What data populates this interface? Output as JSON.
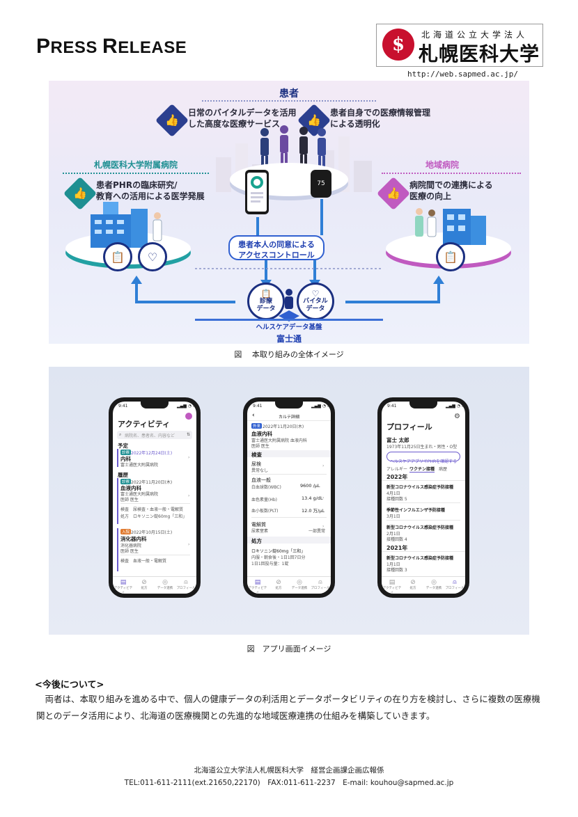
{
  "header": {
    "press_first_p": "P",
    "press_rest1": "RESS ",
    "press_first_r": "R",
    "press_rest2": "ELEASE",
    "logo_small": "北海道公立大学法人",
    "logo_big": "札幌医科大学",
    "url": "http://web.sapmed.ac.jp/"
  },
  "figure1": {
    "patient_heading": "患者",
    "benefit_left_1": "日常のバイタルデータを活用",
    "benefit_left_2": "した高度な医療サービス",
    "benefit_right_1": "患者自身での医療情報管理",
    "benefit_right_2": "による透明化",
    "hospital_heading": "札幌医科大学附属病院",
    "hospital_text_1": "患者PHRの臨床研究/",
    "hospital_text_2": "教育への活用による医学発展",
    "regional_heading": "地域病院",
    "regional_text_1": "病院間での連携による",
    "regional_text_2": "医療の向上",
    "access_1": "患者本人の同意による",
    "access_2": "アクセスコントロール",
    "data_medical_1": "診療",
    "data_medical_2": "データ",
    "data_vital_1": "バイタル",
    "data_vital_2": "データ",
    "watch_value": "75",
    "platform": "ヘルスケアデータ基盤",
    "company": "富士通",
    "caption": "図　 本取り組みの全体イメージ"
  },
  "figure2": {
    "caption": "図　アプリ画面イメージ",
    "phone1": {
      "time": "9:41",
      "title": "アクティビティ",
      "search_placeholder": "病院名、患者名、内容など",
      "section_scheduled": "予定",
      "sched_badge": "診察",
      "sched_date": "2022年12月24日(土)",
      "sched_dept": "内科",
      "sched_hospital": "富士通医大附属病院",
      "section_history": "履歴",
      "hist1_badge": "診察",
      "hist1_date": "2022年11月20日(木)",
      "hist1_dept": "血液内科",
      "hist1_hospital": "富士通医大附属病院",
      "hist1_doctor": "医師 医生",
      "hist1_row1": "検査　尿検査・血液一般・電解質",
      "hist1_row2": "処方　ロキソニン錠60mg「三和」",
      "hist2_badge": "入院",
      "hist2_date": "2022年10月15日(土)",
      "hist2_dept": "消化器内科",
      "hist2_hospital": "消化器病院",
      "hist2_doctor": "医師 医生",
      "hist2_row1": "検査　血液一般・電解質"
    },
    "phone2": {
      "time": "9:41",
      "title": "カルテ詳細",
      "badge": "外来",
      "date": "2022年11月20日(木)",
      "dept": "血液内科",
      "hospital": "富士通医大附属病院 血液内科",
      "doctor": "医師 医生",
      "section_exam": "検査",
      "exam1_name": "尿検",
      "exam1_value": "異常なし",
      "exam2_name": "血液一般",
      "row_wbc": "白血球数(WBC)",
      "val_wbc": "9600 /μL",
      "row_hb": "血色素量(Hb)",
      "val_hb": "13.4 g/dL",
      "row_plt": "血小板数(PLT)",
      "val_plt": "12.0 万/μL",
      "exam3_name": "電解質",
      "exam3_value": "一部異常",
      "section_rx": "処方",
      "rx_name": "ロキソニン錠60mg「三和」",
      "rx_dose1": "内服・朝食後・1日1回7日分",
      "rx_dose2": "1日1回投与量：1錠"
    },
    "phone3": {
      "time": "9:41",
      "title": "プロフィール",
      "name": "富士 太郎",
      "info": "1973年11月25日生まれ・男性・O型",
      "button": "ヘルスケアアプリでPHRを確認する",
      "tab1": "アレルギー",
      "tab2": "ワクチン接種",
      "tab3": "病歴",
      "year1": "2022年",
      "v1_name": "新型コロナウイルス感染症予防接種",
      "v1_date": "4月1日",
      "v1_dose": "接種回数 5",
      "v2_name": "季節性インフルエンザ予防接種",
      "v2_date": "3月1日",
      "v3_name": "新型コロナウイルス感染症予防接種",
      "v3_date": "2月1日",
      "v3_dose": "接種回数 4",
      "year2": "2021年",
      "v4_name": "新型コロナウイルス感染症予防接種",
      "v4_date": "1月1日",
      "v4_dose": "接種回数 3"
    },
    "tabs": [
      "アクティビティ",
      "処方",
      "データ連携",
      "プロフィール"
    ]
  },
  "future": {
    "title": "<今後について>",
    "body": "　両者は、本取り組みを進める中で、個人の健康データの利活用とデータポータビリティの在り方を検討し、さらに複数の医療機関とのデータ活用により、北海道の医療機関との先進的な地域医療連携の仕組みを構築していきます。"
  },
  "footer": {
    "org": "北海道公立大学法人札幌医科大学　経営企画課企画広報係",
    "contact": "TEL:011-611-2111(ext.21650,22170)　FAX:011-611-2237　E-mail: kouhou@sapmed.ac.jp"
  },
  "colors": {
    "navy": "#1b2f80",
    "teal": "#1e8f92",
    "pink": "#c05ac0",
    "access_blue": "#2f5fd0",
    "logo_red": "#c8102e",
    "app_accent": "#6a5acd"
  }
}
